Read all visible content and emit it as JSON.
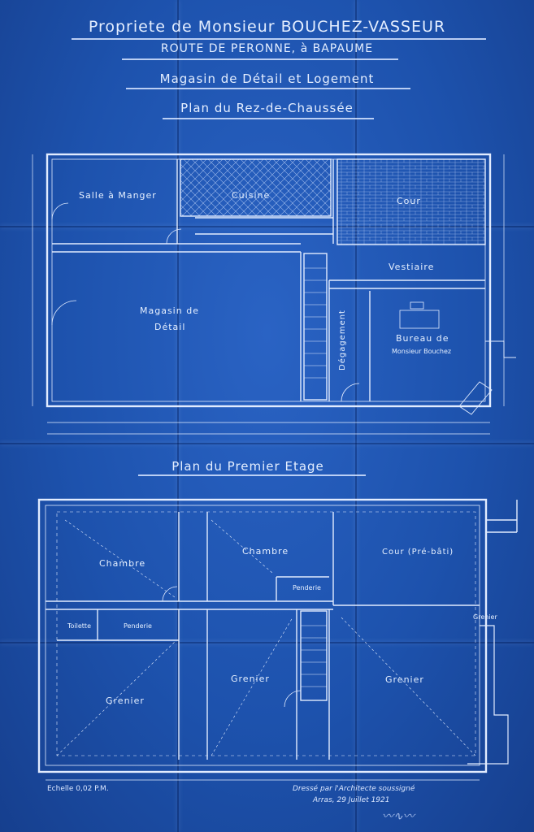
{
  "header": {
    "owner": "Propriete de Monsieur BOUCHEZ-VASSEUR",
    "address": "ROUTE DE PERONNE, à BAPAUME",
    "purpose": "Magasin de Détail et Logement",
    "plan_ground": "Plan du Rez-de-Chaussée"
  },
  "ground_floor": {
    "rooms": {
      "salle": "Salle à Manger",
      "cuisine": "Cuisine",
      "cour": "Cour",
      "vestiaire": "Vestiaire",
      "magasin_line1": "Magasin de",
      "magasin_line2": "Détail",
      "degagement": "Dégagement",
      "bureau_line1": "Bureau de",
      "bureau_line2": "Monsieur Bouchez"
    }
  },
  "first_floor": {
    "title": "Plan du Premier Etage",
    "rooms": {
      "chambre1": "Chambre",
      "chambre2": "Chambre",
      "cour": "Cour (Pré-bâti)",
      "toilette": "Toilette",
      "penderie1": "Penderie",
      "penderie2": "Penderie",
      "grenier1": "Grenier",
      "grenier2": "Grenier",
      "grenier3": "Grenier",
      "grenier4": "Grenier"
    }
  },
  "footer": {
    "scale": "Echelle 0,02 P.M.",
    "architect": "Dressé par l'Architecte soussigné",
    "place_date": "Arras, 29 Juillet 1921"
  },
  "colors": {
    "paper": "#1d52ad",
    "ink": "#e4eeff"
  }
}
